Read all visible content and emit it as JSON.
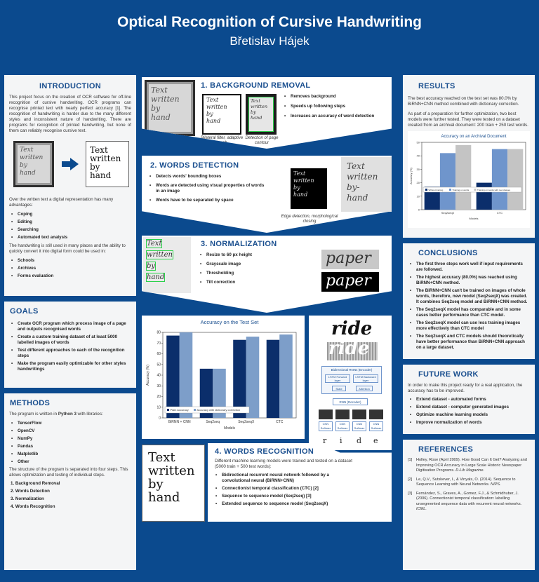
{
  "header": {
    "title": "Optical Recognition of Cursive Handwriting",
    "author": "Břetislav Hájek"
  },
  "introduction": {
    "heading": "INTRODUCTION",
    "para1": "This project focus on the creation of OCR software for off-line recognition of cursive handwriting. OCR programs can recognise printed text with nearly perfect accuracy [1]. The recognition of handwriting is harder due to the many different styles and inconsistent nature of handwriting. There are programs for recognition of printed handwriting, but none of them can reliably recognise cursive text.",
    "handwriting_words": [
      "Text",
      "written",
      "by",
      "hand"
    ],
    "para2": "Over the written text a digital representation has many advantages:",
    "advantages": [
      "Coping",
      "Editing",
      "Searching",
      "Automated text analysis"
    ],
    "para3": "The handwriting is still used in many places and the ability to quickly convert it into digital form could be used in:",
    "uses": [
      "Schools",
      "Archives",
      "Forms evaluation"
    ]
  },
  "goals": {
    "heading": "GOALS",
    "items": [
      "Create OCR program which process image of a page and outputs recognised words",
      "Create a custom training dataset of at least 5000 labelled images of words",
      "Test different approaches to each of the recognition steps",
      "Make the program easily optimizable for other styles handwritings"
    ]
  },
  "methods": {
    "heading": "METHODS",
    "intro_pre": "The program is written in ",
    "intro_lang": "Python 3",
    "intro_post": " with libraries:",
    "libraries": [
      "TensorFlow",
      "OpenCV",
      "NumPy",
      "Pandas",
      "Matplotlib",
      "Other"
    ],
    "para": "The structure of the program is separated into four steps. This allows optimization and testing of individual steps.",
    "steps": [
      "1.  Background Removal",
      "2.  Words Detection",
      "3.  Normalization",
      "4.  Words Recognition"
    ]
  },
  "background_removal": {
    "heading": "1. BACKGROUND REMOVAL",
    "items": [
      "Removes background",
      "Speeds up following steps",
      "Increases an accuracy of word detection"
    ],
    "caption1": "Bilateral filter, adaptive thresh.",
    "caption2": "Detection of page contour"
  },
  "words_detection": {
    "heading": "2. WORDS DETECTION",
    "items": [
      "Detects words' bounding boxes",
      "Words are detected using visual properties of words in an image",
      "Words have to be separated by space"
    ],
    "caption": "Edge detection, morphological closing"
  },
  "normalization": {
    "heading": "3. NORMALIZATION",
    "items": [
      "Resize to 60 px height",
      "Grayscale image",
      "Thresholding",
      "Tilt correction"
    ],
    "sample_word": "paper"
  },
  "words_recognition": {
    "heading": "4. WORDS RECOGNITION",
    "para": "Different machine learning models were trained and tested on a dataset (5000 train + 500 test words):",
    "items": [
      "Bidirectional recurrent neural network followed by a convolutional neural (BiRNN+CNN)",
      "Connectionist temporal classification (CTC) [2]",
      "Sequence to sequence model (Seq2seq) [3]",
      "Extended sequence to sequence model (Seq2seqX)"
    ]
  },
  "diagram": {
    "word": "ride",
    "bidir_label": "Bidirectional RNNs (Encoder)",
    "lstm_forward": "LSTM Forward layer",
    "lstm_backward": "LSTM Backward layer",
    "state": "State",
    "attention": "Attention",
    "rnn_decoder": "RNN (Decoder)",
    "cnn": "CNN",
    "softmax": "Softmax",
    "letters": [
      "r",
      "i",
      "d",
      "e"
    ]
  },
  "chart_test": {
    "chart_data": {
      "type": "bar",
      "title": "Accuracy on the Test Set",
      "categories": [
        "BiRNN + CNN",
        "Seq2seq",
        "Seq2seqX",
        "CTC"
      ],
      "series": [
        {
          "name": "Plain Accuracy",
          "values": [
            77,
            46,
            73,
            73
          ],
          "color": "#0b2e6b"
        },
        {
          "name": "Accuracy with dictionary correction",
          "values": [
            80,
            46,
            76,
            78
          ],
          "color": "#7d9ec9"
        }
      ],
      "xlabel": "Models",
      "ylabel": "Accuracy (%)",
      "ylim": [
        0,
        80
      ],
      "yticks": [
        0,
        10,
        20,
        30,
        40,
        50,
        60,
        70,
        80
      ],
      "legend": "bottom-left",
      "grid": false
    }
  },
  "results": {
    "heading": "RESULTS",
    "para1": "The best accuracy reached on the test set was 80.0% by BiRNN+CNN method combined with dictionary correction.",
    "para2": "As part of a preparation for further optimization, two best models were further tested. They were tested on a dataset created from an archival document: 200 train + 250 test words."
  },
  "chart_archival": {
    "chart_data": {
      "type": "bar",
      "title": "Accuracy on an Archival Document",
      "categories": [
        "Seq2seqX",
        "CTC"
      ],
      "series": [
        {
          "name": "Without training",
          "values": [
            17,
            20
          ],
          "color": "#0b2e6b"
        },
        {
          "name": "Training on words",
          "values": [
            42,
            45
          ],
          "color": "#6f95cc"
        },
        {
          "name": "Training on words with new classes",
          "values": [
            48,
            45
          ],
          "color": "#c4c4c4"
        }
      ],
      "xlabel": "Models",
      "ylabel": "Accuracy (%)",
      "ylim": [
        0,
        50
      ],
      "yticks": [
        0,
        10,
        20,
        30,
        40,
        50
      ],
      "legend": "center",
      "grid": false
    }
  },
  "conclusions": {
    "heading": "CONCLUSIONS",
    "items": [
      "The first three steps work well if input requirements are followed.",
      "The highest accuracy (80.0%) was reached using BiRNN+CNN method.",
      "The BiRNN+CNN can't be trained on images of whole words, therefore, new model (Seq2seqX) was created. It combines Seq2seq model and BiRNN+CNN method.",
      "The Seq2seqX model has comparable and in some cases better performance than CTC model.",
      "The Seq2seqX model can use less training images more effectively than CTC model",
      "The Seq2seqX and CTC models should theoretically have better performance than BiRNN+CNN approach on a large dataset."
    ]
  },
  "future_work": {
    "heading": "FUTURE WORK",
    "para": "In order to make this project ready for a real application, the accuracy has to be improved.",
    "items": [
      "Extend dataset - automated forms",
      "Extend dataset - computer generated images",
      "Optimize machine learning models",
      "Improve normalization of words"
    ]
  },
  "references": {
    "heading": "REFERENCES",
    "items": [
      {
        "key": "[1]",
        "text": "Holley, Rose (April 2009). How Good Can It Get? Analysing and Improving OCR Accuracy in Large Scale Historic Newspaper Digitisation Programs. ",
        "italic": "D-Lib Magazine."
      },
      {
        "key": "[2]",
        "text": "Le, Q.V., Sutskever, I., & Vinyals, O. (2014). Sequence to Sequence Learning with Neural Networks. ",
        "italic": "NIPS."
      },
      {
        "key": "[3]",
        "text": "Fernández, S., Graves, A., Gomez, F.J., & Schmidhuber, J. (2006). Connectionist temporal classification: labelling unsegmented sequence data with recurrent neural networks. ",
        "italic": "ICML."
      }
    ]
  }
}
